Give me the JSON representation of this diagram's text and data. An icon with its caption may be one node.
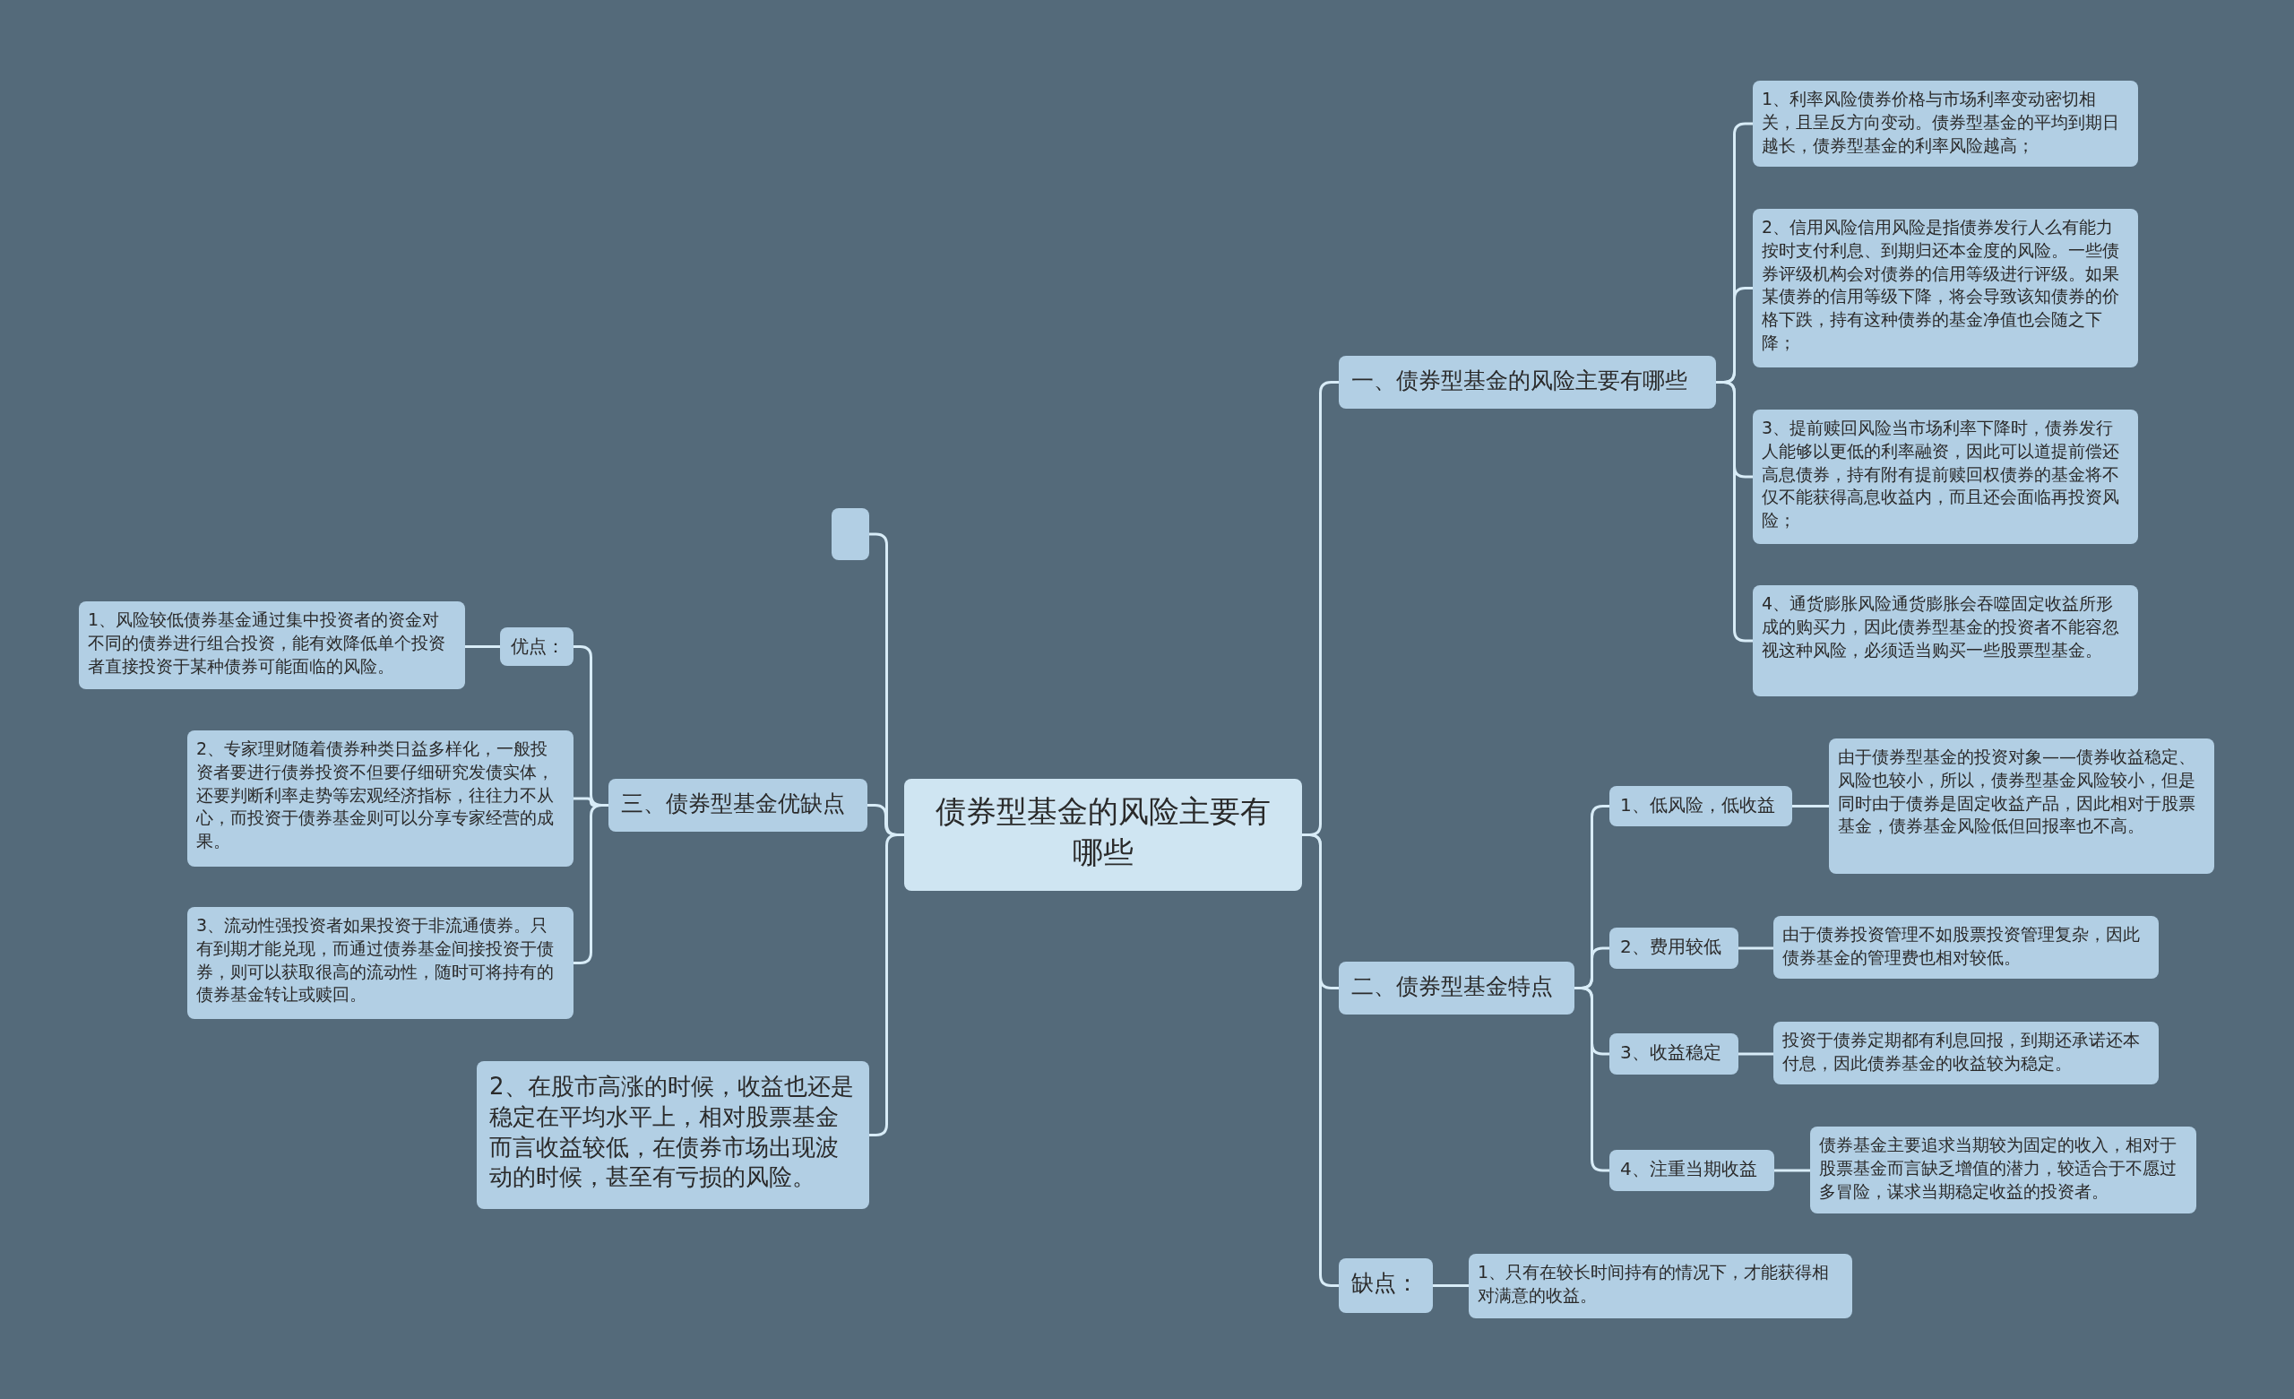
{
  "diagram": {
    "nodes": [
      {
        "text": [
          "债券型基金的风险主要有哪些"
        ]
      },
      {
        "text": [
          "一、债券型基金的风险主要有哪些"
        ]
      },
      {
        "text": [
          "1、利率风险债券价格与市场利率变动密切相关，且呈反方向变动。债券型基金的平均到期日越长，债券型基金的利率风险越高；"
        ]
      },
      {
        "text": [
          "2、信用风险信用风险是指债券发行人么有能力按时支付利息、到期归还本金度的风险。一些债券评级机构会对债券的信用等级进行评级。如果某债券的信用等级下降，将会导致该知债券的价格下跌，持有这种债券的基金净值也会随之下降；"
        ]
      },
      {
        "text": [
          "3、提前赎回风险当市场利率下降时，债券发行人能够以更低的利率融资，因此可以道提前偿还高息债券，持有附有提前赎回权债券的基金将不仅不能获得高息收益内，而且还会面临再投资风险；"
        ]
      },
      {
        "text": [
          "4、通货膨胀风险通货膨胀会吞噬固定收益所形成的购买力，因此债券型基金的投资者不能容忽视这种风险，必须适当购买一些股票型基金。"
        ]
      },
      {
        "text": [
          "二、债券型基金特点"
        ]
      },
      {
        "text": [
          "1、低风险，低收益"
        ]
      },
      {
        "text": [
          "由于债券型基金的投资对象——债券收益稳定、风险也较小，所以，债券型基金风险较小，但是同时由于债券是固定收益产品，因此相对于股票基金，债券基金风险低但回报率也不高。"
        ]
      },
      {
        "text": [
          "2、费用较低"
        ]
      },
      {
        "text": [
          "由于债券投资管理不如股票投资管理复杂，因此债券基金的管理费也相对较低。"
        ]
      },
      {
        "text": [
          "3、收益稳定"
        ]
      },
      {
        "text": [
          "投资于债券定期都有利息回报，到期还承诺还本付息，因此债券基金的收益较为稳定。"
        ]
      },
      {
        "text": [
          "4、注重当期收益"
        ]
      },
      {
        "text": [
          "债券基金主要追求当期较为固定的收入，相对于股票基金而言缺乏增值的潜力，较适合于不愿过多冒险，谋求当期稳定收益的投资者。"
        ]
      },
      {
        "text": [
          "缺点："
        ]
      },
      {
        "text": [
          "1、只有在较长时间持有的情况下，才能获得相对满意的收益。"
        ]
      },
      {
        "text": [],
        "shape": "box"
      },
      {
        "text": [
          "三、债券型基金优缺点"
        ]
      },
      {
        "text": [
          "优点："
        ]
      },
      {
        "text": [
          "1、风险较低债券基金通过集中投资者的资金对不同的债券进行组合投资，能有效降低单个投资者直接投资于某种债券可能面临的风险。"
        ]
      },
      {
        "text": [
          "2、专家理财随着债券种类日益多样化，一般投资者要进行债券投资不但要仔细研究发债实体，还要判断利率走势等宏观经济指标，往往力不从心，而投资于债券基金则可以分享专家经营的成果。"
        ]
      },
      {
        "text": [
          "3、流动性强投资者如果投资于非流通债券。只有到期才能兑现，而通过债券基金间接投资于债券，则可以获取很高的流动性，随时可将持有的债券基金转让或赎回。"
        ]
      },
      {
        "text": [
          "2、在股市高涨的时候，收益也还是稳定在平均水平上，相对股票基金而言收益较低，在债券市场出现波动的时候，甚至有亏损的风险。"
        ]
      }
    ],
    "edges": [
      {
        "from": 0,
        "to": 1,
        "arrow": "none"
      },
      {
        "from": 0,
        "to": 6,
        "arrow": "none"
      },
      {
        "from": 0,
        "to": 15,
        "arrow": "none"
      },
      {
        "from": 0,
        "to": 17,
        "arrow": "none"
      },
      {
        "from": 0,
        "to": 18,
        "arrow": "none"
      },
      {
        "from": 0,
        "to": 23,
        "arrow": "none"
      },
      {
        "from": 1,
        "to": 2,
        "arrow": "none"
      },
      {
        "from": 1,
        "to": 3,
        "arrow": "none"
      },
      {
        "from": 1,
        "to": 4,
        "arrow": "none"
      },
      {
        "from": 1,
        "to": 5,
        "arrow": "none"
      },
      {
        "from": 6,
        "to": 7,
        "arrow": "none"
      },
      {
        "from": 6,
        "to": 9,
        "arrow": "none"
      },
      {
        "from": 6,
        "to": 11,
        "arrow": "none"
      },
      {
        "from": 6,
        "to": 13,
        "arrow": "none"
      },
      {
        "from": 7,
        "to": 8,
        "arrow": "none"
      },
      {
        "from": 9,
        "to": 10,
        "arrow": "none"
      },
      {
        "from": 11,
        "to": 12,
        "arrow": "none"
      },
      {
        "from": 13,
        "to": 14,
        "arrow": "none"
      },
      {
        "from": 15,
        "to": 16,
        "arrow": "none"
      },
      {
        "from": 18,
        "to": 19,
        "arrow": "none"
      },
      {
        "from": 18,
        "to": 21,
        "arrow": "none"
      },
      {
        "from": 18,
        "to": 22,
        "arrow": "none"
      },
      {
        "from": 19,
        "to": 20,
        "arrow": "none"
      }
    ]
  }
}
